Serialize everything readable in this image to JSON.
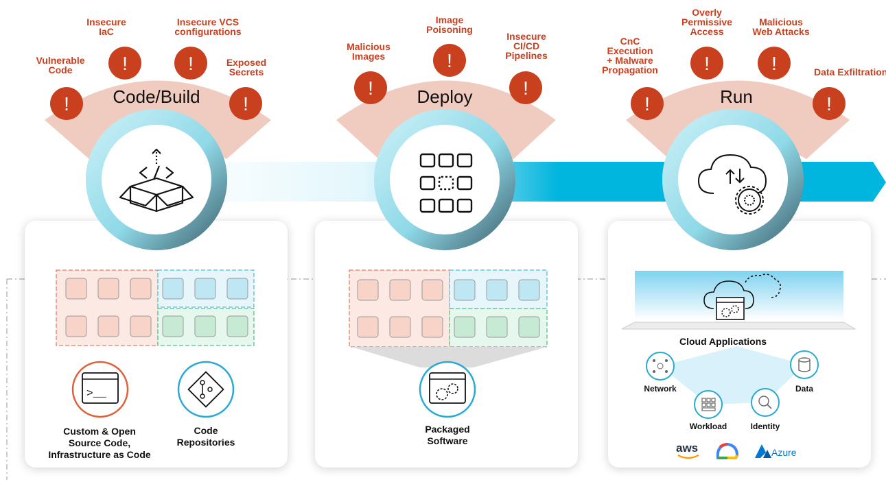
{
  "stages": [
    {
      "title": "Code/Build",
      "risks": [
        "Vulnerable\nCode",
        "Insecure\nIaC",
        "Insecure VCS\nconfigurations",
        "Exposed\nSecrets"
      ],
      "items": [
        "Custom & Open\nSource Code,\nInfrastructure as Code",
        "Code\nRepositories"
      ]
    },
    {
      "title": "Deploy",
      "risks": [
        "Malicious\nImages",
        "Image\nPoisoning",
        "Insecure\nCI/CD\nPipelines"
      ],
      "items": [
        "Packaged\nSoftware"
      ]
    },
    {
      "title": "Run",
      "risks": [
        "CnC\nExecution\n+ Malware\nPropagation",
        "Overly\nPermissive\nAccess",
        "Malicious\nWeb Attacks",
        "Data Exfiltration"
      ],
      "cloud_title": "Cloud Applications",
      "nodes": [
        "Network",
        "Data",
        "Workload",
        "Identity"
      ],
      "providers": [
        "aws",
        "Azure"
      ]
    }
  ],
  "icons": {
    "warning": "exclamation-icon",
    "code_build": "code-box-icon",
    "deploy": "app-grid-icon",
    "run": "cloud-sync-icon"
  },
  "colors": {
    "risk": "#c9401f",
    "arc": "#f0cbbf",
    "flow": "#00b5de",
    "red_tile": "#f3c1b3",
    "blue_tile": "#a9dcef",
    "green_tile": "#b3e3c6"
  }
}
